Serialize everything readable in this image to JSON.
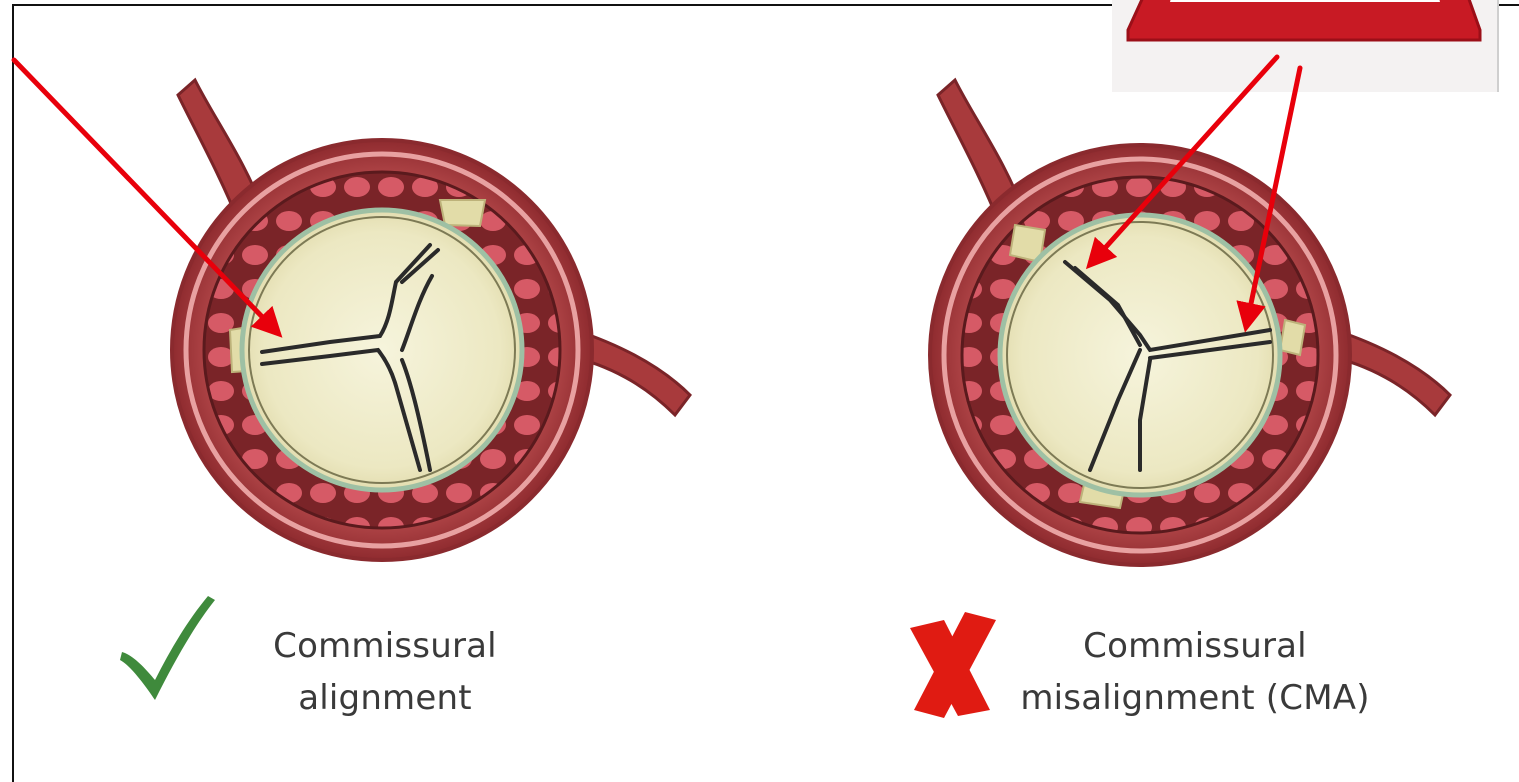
{
  "labels": {
    "left": [
      "Commissural",
      "alignment"
    ],
    "right": [
      "Commissural",
      "misalignment (CMA)"
    ]
  },
  "icons": {
    "left_mark": "check-mark-icon",
    "right_mark": "x-mark-icon",
    "callout": "warning-triangle-icon"
  },
  "colors": {
    "arrow": "#e8000b",
    "check": "#3f8a3c",
    "x_mark": "#e01b12",
    "aorta_wall": "#a83a3c",
    "valve_leaflet": "#ece9c4"
  }
}
